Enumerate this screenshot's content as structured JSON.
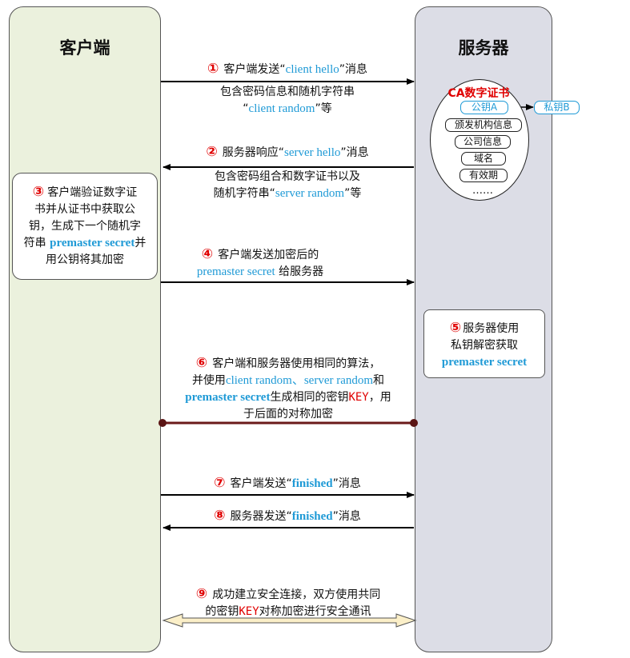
{
  "lanes": {
    "client": "客户端",
    "server": "服务器"
  },
  "cert": {
    "title": "CA数字证书",
    "public_key": "公钥A",
    "private_key": "私钥B",
    "issuer": "颁发机构信息",
    "company": "公司信息",
    "domain": "域名",
    "validity": "有效期",
    "more": "……"
  },
  "steps": {
    "s1": {
      "num": "①",
      "a": "客户端发送“",
      "b": "client hello",
      "c": "”消息",
      "line2": "包含密码信息和随机字符串",
      "d": "“",
      "e": "client random",
      "f": "”等"
    },
    "s2": {
      "num": "②",
      "a": "服务器响应“",
      "b": "server hello",
      "c": "”消息",
      "line2": "包含密码组合和数字证书以及",
      "d": "随机字符串“",
      "e": "server random",
      "f": "”等"
    },
    "s3": {
      "num": "③",
      "a": "客户端验证数字证",
      "b": "书并从证书中获取公",
      "c": "钥，生成下一个随机字",
      "d": "符串 ",
      "e": "premaster secret",
      "f": "并",
      "g": "用公钥将其加密"
    },
    "s4": {
      "num": "④",
      "a": "客户端发送加密后的",
      "b": "premaster secret",
      "c": " 给服务器"
    },
    "s5": {
      "num": "⑤",
      "a": "服务器使用",
      "b": "私钥解密获取",
      "c": "premaster secret"
    },
    "s6": {
      "num": "⑥",
      "a": "客户端和服务器使用相同的算法，",
      "b": "并使用",
      "c": "client random、server random",
      "d": "和",
      "e": "premaster secret",
      "f": "生成相同的密钥",
      "g": "KEY",
      "h": "，用",
      "i": "于后面的对称加密"
    },
    "s7": {
      "num": "⑦",
      "a": "客户端发送“",
      "b": "finished",
      "c": "”消息"
    },
    "s8": {
      "num": "⑧",
      "a": "服务器发送“",
      "b": "finished",
      "c": "”消息"
    },
    "s9": {
      "num": "⑨",
      "a": "成功建立安全连接，双方使用共同",
      "b": "的密钥",
      "c": "KEY",
      "d": "对称加密进行安全通讯"
    }
  },
  "colors": {
    "client_lane": "#ebf1dd",
    "server_lane": "#dcdde6",
    "accent_red": "#e00000",
    "accent_blue": "#1f9ad6",
    "line_brown": "#6b1a1a"
  }
}
